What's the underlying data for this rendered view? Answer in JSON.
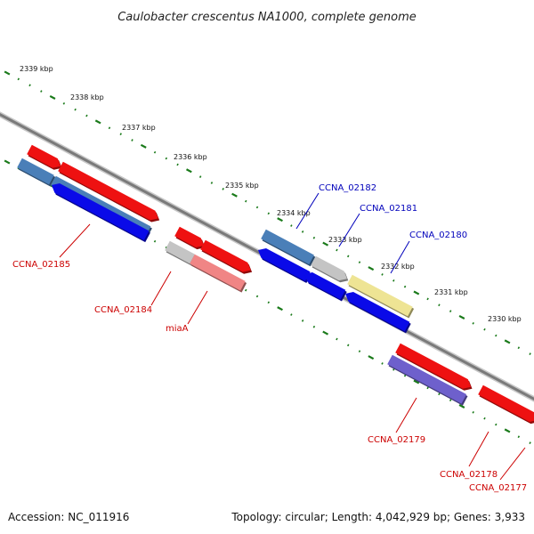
{
  "title": "Caulobacter crescentus NA1000, complete genome",
  "footer": {
    "accession": "Accession: NC_011916",
    "summary": "Topology: circular; Length: 4,042,929 bp; Genes: 3,933"
  },
  "colors": {
    "backbone": "#7a7a7a",
    "ruler": "#1a7a1a",
    "label_forward": "#cc0000",
    "label_reverse": "#0000bb"
  },
  "ruler_labels": [
    "2339 kbp",
    "2338 kbp",
    "2337 kbp",
    "2336 kbp",
    "2335 kbp",
    "2334 kbp",
    "2333 kbp",
    "2332 kbp",
    "2331 kbp",
    "2330 kbp"
  ],
  "features": [
    {
      "name": "CCNA_02185",
      "strand": "forward",
      "label_color": "#cc0000"
    },
    {
      "name": "CCNA_02184",
      "strand": "forward",
      "label_color": "#cc0000"
    },
    {
      "name": "miaA",
      "strand": "forward",
      "label_color": "#cc0000"
    },
    {
      "name": "CCNA_02182",
      "strand": "reverse",
      "label_color": "#0000bb"
    },
    {
      "name": "CCNA_02181",
      "strand": "reverse",
      "label_color": "#0000bb"
    },
    {
      "name": "CCNA_02180",
      "strand": "reverse",
      "label_color": "#0000bb"
    },
    {
      "name": "CCNA_02179",
      "strand": "forward",
      "label_color": "#cc0000"
    },
    {
      "name": "CCNA_02178",
      "strand": "forward",
      "label_color": "#cc0000"
    },
    {
      "name": "CCNA_02177",
      "strand": "forward",
      "label_color": "#cc0000"
    }
  ]
}
